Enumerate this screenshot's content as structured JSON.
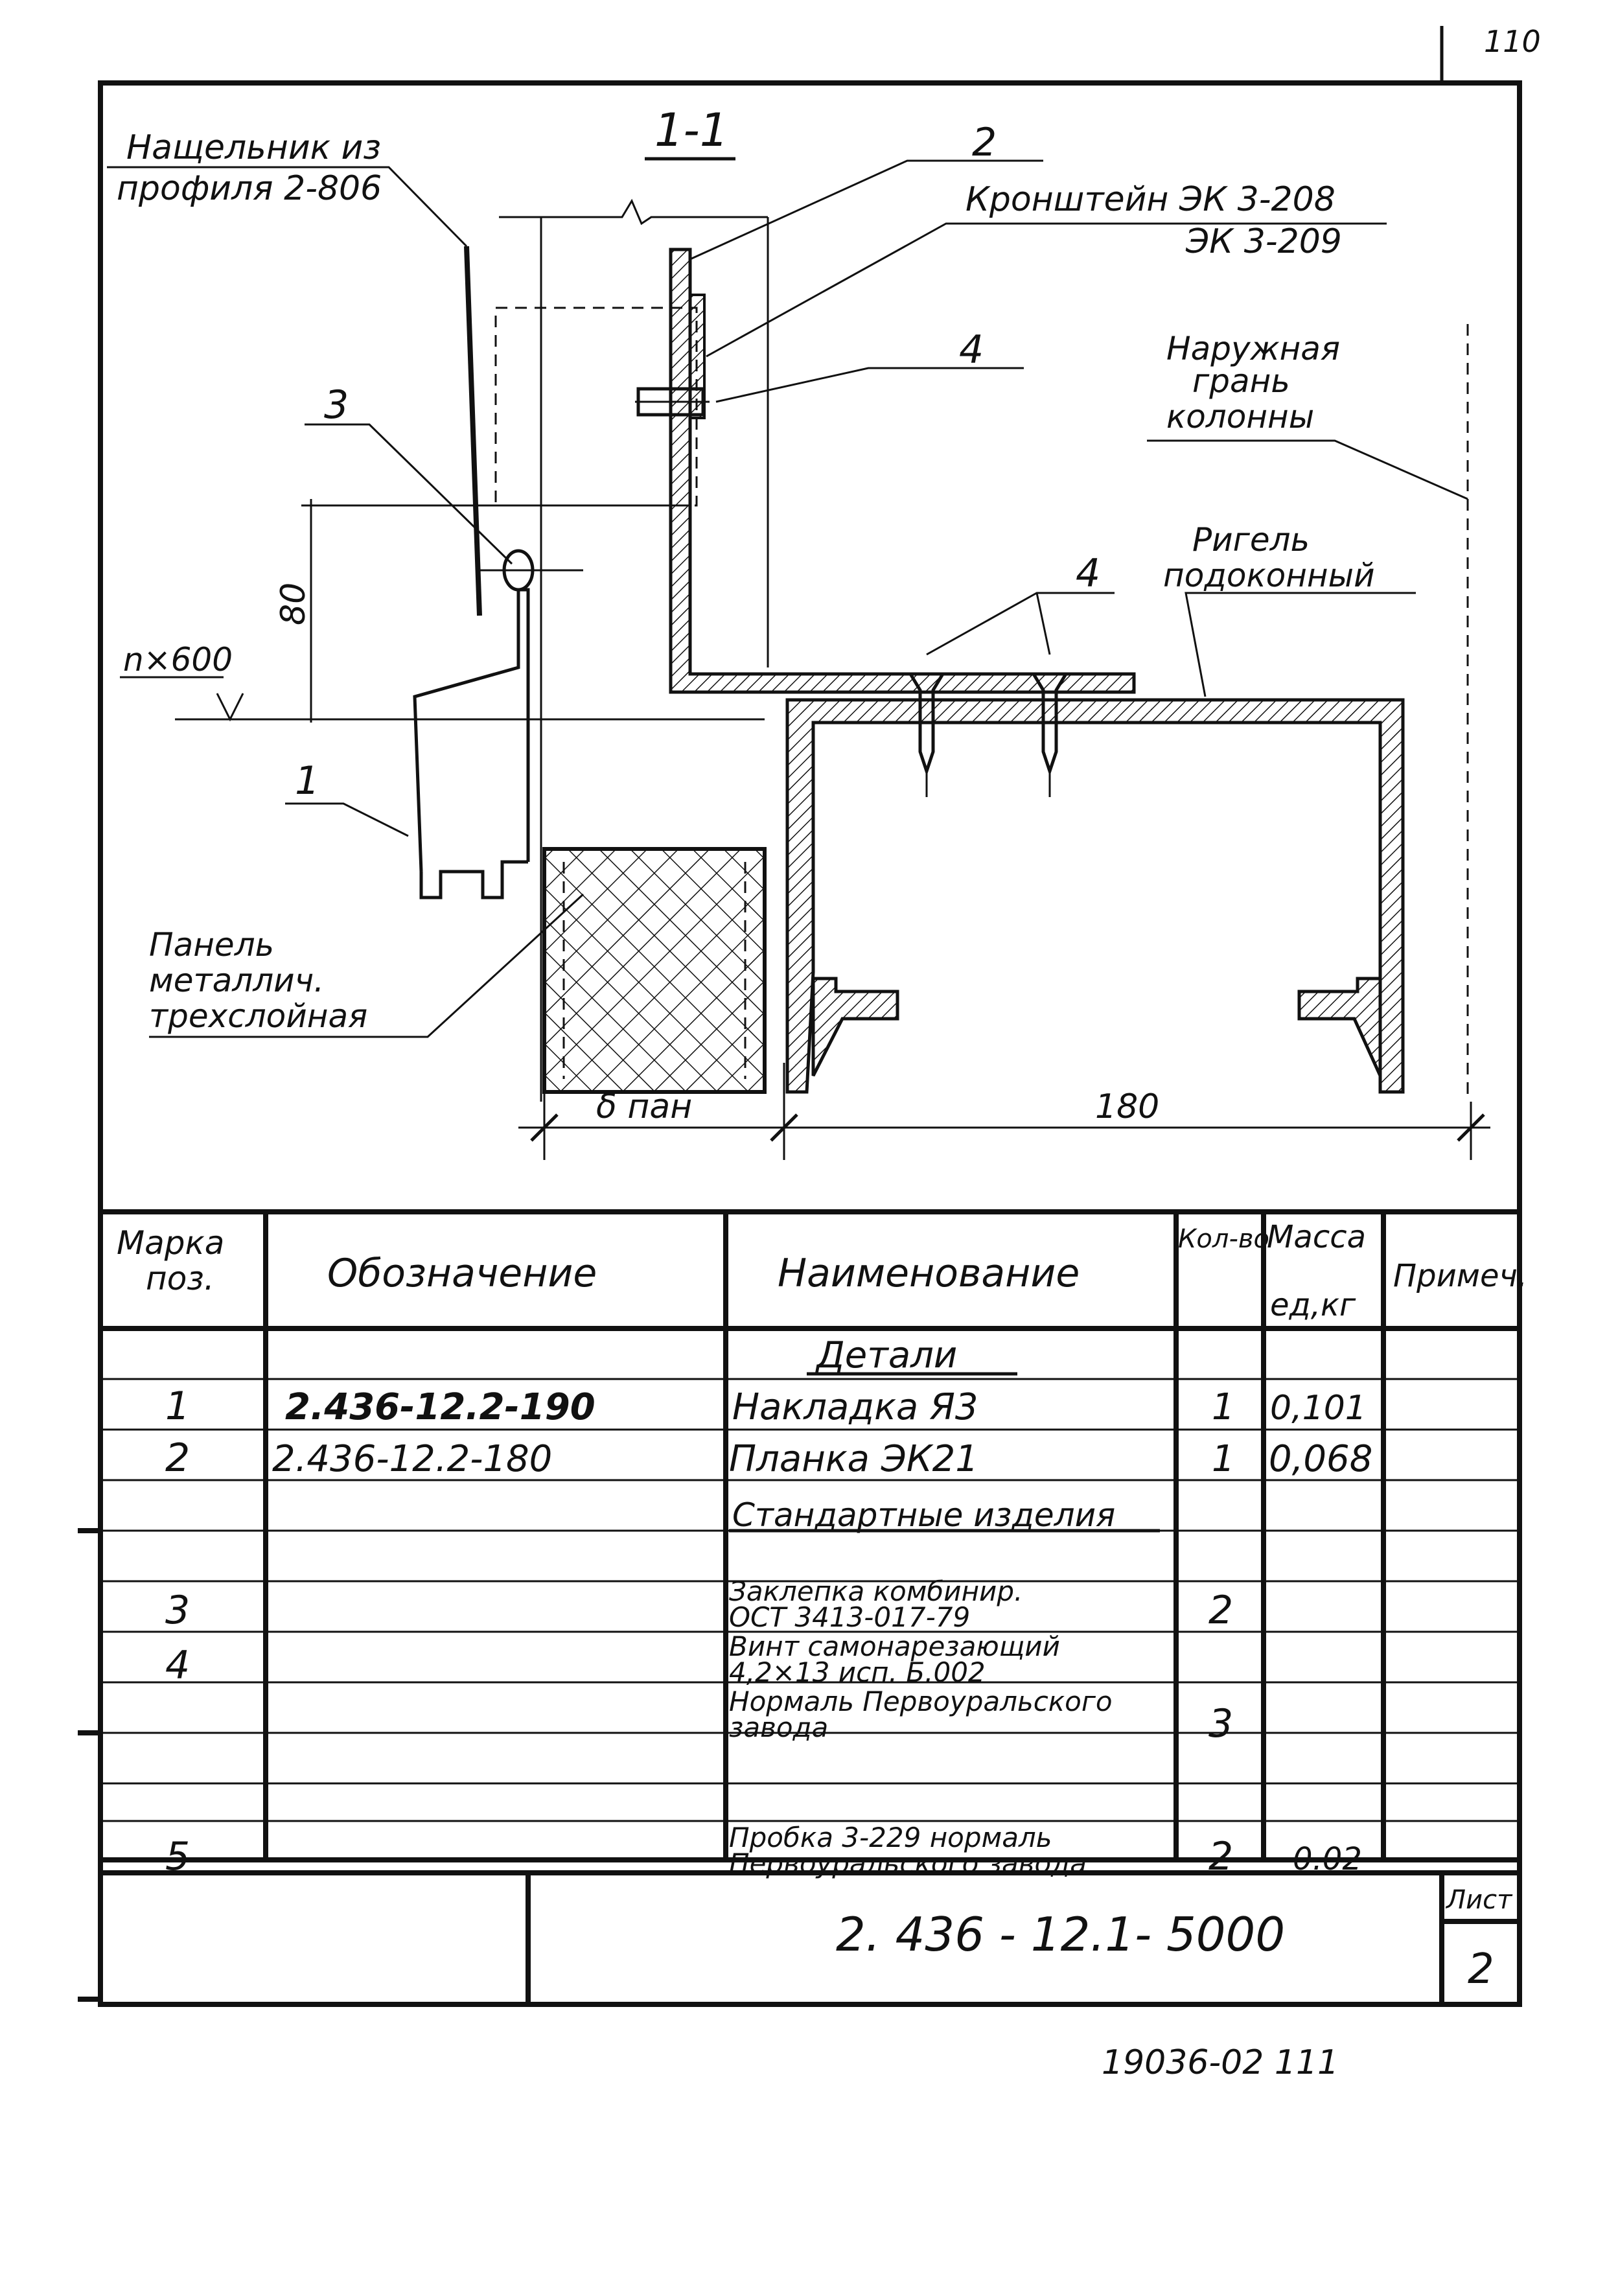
{
  "page_number_top": "110",
  "page_number_bottom": "19036-02   111",
  "drawing": {
    "section_label": "1-1",
    "callouts": {
      "nasch_1": "Нащельник из",
      "nasch_2": "профиля 2-806",
      "pos2": "2",
      "kron_1": "Кронштейн  ЭК 3-208",
      "kron_2": "ЭК 3-209",
      "pos4_top": "4",
      "pos3": "3",
      "gran_1": "Наружная",
      "gran_2": "грань",
      "gran_3": "колонны",
      "pos4_mid": "4",
      "rig_1": "Ригель",
      "rig_2": "подоконный",
      "nx600": "n×600",
      "dim80": "80",
      "pos1": "1",
      "pan_1": "Панель",
      "pan_2": "металлич.",
      "pan_3": "трехслойная",
      "dpan": "δ пан",
      "dim180": "180"
    }
  },
  "spec_table": {
    "headers": {
      "mark_1": "Марка",
      "mark_2": "поз.",
      "designation": "Обозначение",
      "name": "Наименование",
      "qty": "Кол-во",
      "mass_1": "Масса",
      "mass_2": "ед,кг",
      "note": "Примеч."
    },
    "sections": {
      "details": "Детали",
      "standard": "Стандартные изделия"
    },
    "rows": [
      {
        "mark": "1",
        "designation": "2.436-12.2-190",
        "name": "Накладка Я3",
        "qty": "1",
        "mass": "0,101"
      },
      {
        "mark": "2",
        "designation": "2.436-12.2-180",
        "name": "Планка ЭК21",
        "qty": "1",
        "mass": "0,068"
      },
      {
        "mark": "3",
        "name_1": "Заклепка комбинир.",
        "name_2": "ОСТ 3413-017-79",
        "qty": "2"
      },
      {
        "mark": "4",
        "name_1": "Винт самонарезающий",
        "name_2": "4,2×13  исп. Б.002",
        "name_3": "Нормаль Первоуральского",
        "name_4": "завода",
        "qty": "3"
      },
      {
        "mark": "5",
        "name_1": "Пробка 3-229 нормаль",
        "name_2": "Первоуральского завода",
        "qty": "2",
        "mass": "0.02"
      }
    ]
  },
  "title_block": {
    "doc_number": "2. 436 - 12.1- 5000",
    "sheet_label": "Лист",
    "sheet_number": "2"
  }
}
